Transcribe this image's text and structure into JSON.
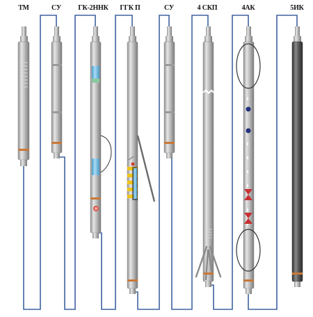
{
  "tools": [
    {
      "id": "tm",
      "label": "ТМ"
    },
    {
      "id": "su1",
      "label": "СУ"
    },
    {
      "id": "gk2nnk",
      "label": "ГК-2ННК"
    },
    {
      "id": "ggkp",
      "label": "ГГК П"
    },
    {
      "id": "su2",
      "label": "СУ"
    },
    {
      "id": "skp4",
      "label": "4 СКП"
    },
    {
      "id": "ak4",
      "label": "4АК"
    },
    {
      "id": "ik5",
      "label": "5ИК"
    }
  ],
  "colors": {
    "cable": "#3e62a0",
    "tool_body": "#b4b4b4",
    "tool_dark": "#4a4a4a",
    "blue_insert": "#7cc6ec",
    "yellow_insert": "#f0c418",
    "red_marker": "#c83030",
    "orange_ring": "#c87838"
  }
}
